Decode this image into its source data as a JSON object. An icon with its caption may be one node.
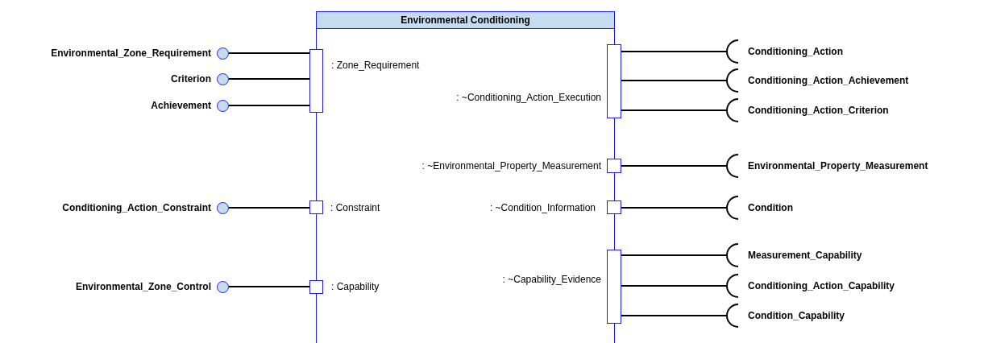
{
  "diagram": {
    "nodes": [
      {
        "text": [
          "Environmental Conditioning"
        ]
      },
      {
        "text": [],
        "shape": "circle",
        "beside": [
          "Environmental_Zone_Requirement"
        ]
      },
      {
        "text": [],
        "shape": "box",
        "beside": [
          ": Zone_Requirement"
        ]
      },
      {
        "text": [],
        "shape": "box",
        "beside": [
          ": ~Conditioning_Action_Execution"
        ]
      },
      {
        "text": [],
        "shape": "arc",
        "beside": [
          "Conditioning_Action"
        ]
      },
      {
        "text": [],
        "shape": "circle",
        "beside": [
          "Criterion"
        ]
      },
      {
        "text": [],
        "shape": "arc",
        "beside": [
          "Conditioning_Action_Achievement"
        ]
      },
      {
        "text": [],
        "shape": "circle",
        "beside": [
          "Achievement"
        ]
      },
      {
        "text": [],
        "shape": "arc",
        "beside": [
          "Conditioning_Action_Criterion"
        ]
      },
      {
        "text": [],
        "shape": "box",
        "beside": [
          ": ~Environmental_Property_Measurement"
        ]
      },
      {
        "text": [],
        "shape": "arc",
        "beside": [
          "Environmental_Property_Measurement"
        ]
      },
      {
        "text": [],
        "shape": "circle",
        "beside": [
          "Conditioning_Action_Constraint"
        ]
      },
      {
        "text": [],
        "shape": "box",
        "beside": [
          ": Constraint"
        ]
      },
      {
        "text": [],
        "shape": "box",
        "beside": [
          ": ~Condition_Information"
        ]
      },
      {
        "text": [],
        "shape": "arc",
        "beside": [
          "Condition"
        ]
      },
      {
        "text": [],
        "shape": "box",
        "beside": [
          ": ~Capability_Evidence"
        ]
      },
      {
        "text": [],
        "shape": "arc",
        "beside": [
          "Measurement_Capability"
        ]
      },
      {
        "text": [],
        "shape": "circle",
        "beside": [
          "Environmental_Zone_Control"
        ]
      },
      {
        "text": [],
        "shape": "box",
        "beside": [
          ": Capability"
        ]
      },
      {
        "text": [],
        "shape": "arc",
        "beside": [
          "Conditioning_Action_Capability"
        ]
      },
      {
        "text": [],
        "shape": "arc",
        "beside": [
          "Condition_Capability"
        ]
      }
    ],
    "edges": [
      {
        "from": 2,
        "to": 1,
        "arrow": "none"
      },
      {
        "from": 2,
        "to": 5,
        "arrow": "none"
      },
      {
        "from": 2,
        "to": 7,
        "arrow": "none"
      },
      {
        "from": 3,
        "to": 4,
        "arrow": "none"
      },
      {
        "from": 3,
        "to": 6,
        "arrow": "none"
      },
      {
        "from": 3,
        "to": 8,
        "arrow": "none"
      },
      {
        "from": 9,
        "to": 10,
        "arrow": "none"
      },
      {
        "from": 12,
        "to": 11,
        "arrow": "none"
      },
      {
        "from": 13,
        "to": 14,
        "arrow": "none"
      },
      {
        "from": 15,
        "to": 16,
        "arrow": "none"
      },
      {
        "from": 15,
        "to": 19,
        "arrow": "none"
      },
      {
        "from": 15,
        "to": 20,
        "arrow": "none"
      },
      {
        "from": 18,
        "to": 17,
        "arrow": "none"
      }
    ]
  }
}
